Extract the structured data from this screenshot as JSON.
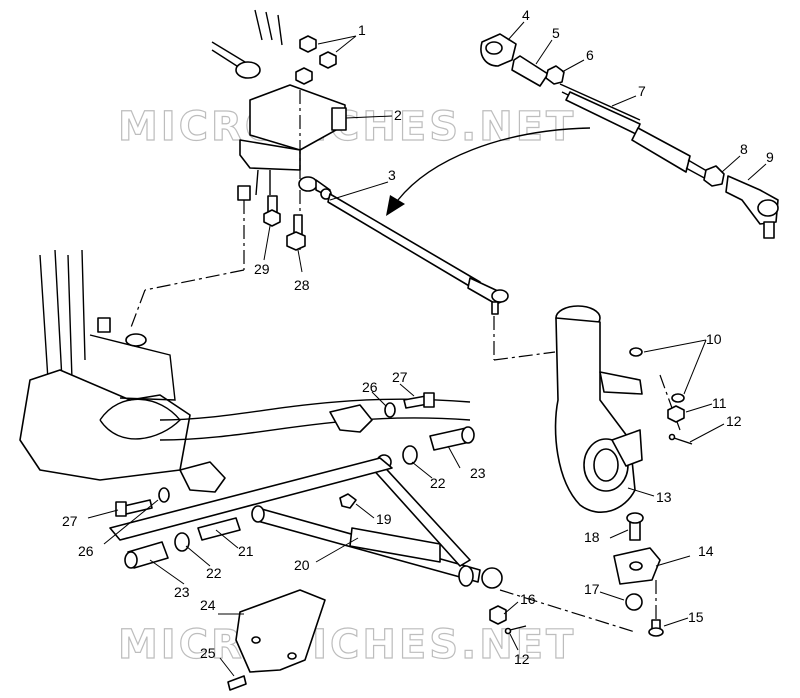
{
  "watermark": "MICROFICHES.NET",
  "callouts": [
    "1",
    "2",
    "3",
    "4",
    "5",
    "6",
    "7",
    "8",
    "9",
    "10",
    "11",
    "12",
    "12",
    "13",
    "14",
    "15",
    "16",
    "17",
    "18",
    "19",
    "20",
    "21",
    "22",
    "22",
    "23",
    "23",
    "24",
    "25",
    "26",
    "26",
    "27",
    "27",
    "28",
    "29"
  ]
}
